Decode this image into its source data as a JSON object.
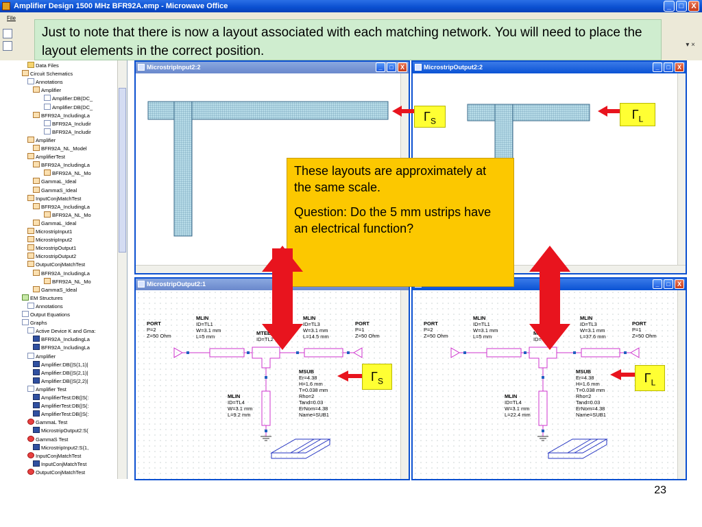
{
  "window": {
    "title": "Amplifier Design 1500 MHz BFR92A.emp - Microwave Office",
    "min_label": "_",
    "max_label": "□",
    "close_label": "X"
  },
  "menu": {
    "file_label": "File"
  },
  "toolbar": {
    "close_x": "▾ ×"
  },
  "note": "Just to note that there is now a layout associated with each matching network.  You will need to place the layout elements in the correct position.",
  "tree": {
    "items": [
      {
        "label": "Data Files",
        "indent": 1,
        "icon": "folder"
      },
      {
        "label": "Circuit Schematics",
        "indent": 0,
        "icon": "schem"
      },
      {
        "label": "Annotations",
        "indent": 1,
        "icon": "list"
      },
      {
        "label": "Amplifier",
        "indent": 2,
        "icon": "schem"
      },
      {
        "label": "Amplifier:DB(DC_",
        "indent": 4,
        "icon": "list"
      },
      {
        "label": "Amplifier:DB(DC_",
        "indent": 4,
        "icon": "list"
      },
      {
        "label": "BFR92A_IncludingLa",
        "indent": 2,
        "icon": "schem"
      },
      {
        "label": "BFR92A_Includir",
        "indent": 4,
        "icon": "list"
      },
      {
        "label": "BFR92A_Includir",
        "indent": 4,
        "icon": "list"
      },
      {
        "label": "Amplifier",
        "indent": 1,
        "icon": "schem"
      },
      {
        "label": "BFR92A_NL_Model",
        "indent": 2,
        "icon": "schem"
      },
      {
        "label": "AmplifierTest",
        "indent": 1,
        "icon": "schem"
      },
      {
        "label": "BFR92A_IncludingLa",
        "indent": 2,
        "icon": "schem"
      },
      {
        "label": "BFR92A_NL_Mo",
        "indent": 4,
        "icon": "schem"
      },
      {
        "label": "GammaL_Ideal",
        "indent": 2,
        "icon": "schem"
      },
      {
        "label": "GammaS_Ideal",
        "indent": 2,
        "icon": "schem"
      },
      {
        "label": "InputConjMatchTest",
        "indent": 1,
        "icon": "schem"
      },
      {
        "label": "BFR92A_IncludingLa",
        "indent": 2,
        "icon": "schem"
      },
      {
        "label": "BFR92A_NL_Mo",
        "indent": 4,
        "icon": "schem"
      },
      {
        "label": "GammaL_Ideal",
        "indent": 2,
        "icon": "schem"
      },
      {
        "label": "MicrostripInput1",
        "indent": 1,
        "icon": "schem"
      },
      {
        "label": "MicrostripInput2",
        "indent": 1,
        "icon": "schem"
      },
      {
        "label": "MicrostripOutput1",
        "indent": 1,
        "icon": "schem"
      },
      {
        "label": "MicrostripOutput2",
        "indent": 1,
        "icon": "schem"
      },
      {
        "label": "OutputConjMatchTest",
        "indent": 1,
        "icon": "schem"
      },
      {
        "label": "BFR92A_IncludingLa",
        "indent": 2,
        "icon": "schem"
      },
      {
        "label": "BFR92A_NL_Mo",
        "indent": 4,
        "icon": "schem"
      },
      {
        "label": "GammaS_Ideal",
        "indent": 2,
        "icon": "schem"
      },
      {
        "label": "EM Structures",
        "indent": 0,
        "icon": "em"
      },
      {
        "label": "Annotations",
        "indent": 1,
        "icon": "list"
      },
      {
        "label": "Output Equations",
        "indent": 0,
        "icon": "list"
      },
      {
        "label": "Graphs",
        "indent": 0,
        "icon": "list"
      },
      {
        "label": "Active Device K and Gma:",
        "indent": 1,
        "icon": "list"
      },
      {
        "label": "BFR92A_IncludingLa",
        "indent": 2,
        "icon": "graph"
      },
      {
        "label": "BFR92A_IncludingLa",
        "indent": 2,
        "icon": "graph"
      },
      {
        "label": "Amplifier",
        "indent": 1,
        "icon": "list"
      },
      {
        "label": "Amplifier:DB(|S(1,1)|",
        "indent": 2,
        "icon": "graph"
      },
      {
        "label": "Amplifier:DB(|S(2,1)|",
        "indent": 2,
        "icon": "graph"
      },
      {
        "label": "Amplifier:DB(|S(2,2)|",
        "indent": 2,
        "icon": "graph"
      },
      {
        "label": "Amplifier Test",
        "indent": 1,
        "icon": "list"
      },
      {
        "label": "AmplifierTest:DB(|S(:",
        "indent": 2,
        "icon": "graph"
      },
      {
        "label": "AmplifierTest:DB(|S(:",
        "indent": 2,
        "icon": "graph"
      },
      {
        "label": "AmplifierTest:DB(|S(:",
        "indent": 2,
        "icon": "graph"
      },
      {
        "label": "GammaL Test",
        "indent": 1,
        "icon": "circle"
      },
      {
        "label": "MicrostripOutput2:S(",
        "indent": 2,
        "icon": "graph"
      },
      {
        "label": "GammaS Test",
        "indent": 1,
        "icon": "circle"
      },
      {
        "label": "MicrostripInput2:S(1,",
        "indent": 2,
        "icon": "graph"
      },
      {
        "label": "InputConjMatchTest",
        "indent": 1,
        "icon": "circle"
      },
      {
        "label": "InputConjMatchTest",
        "indent": 2,
        "icon": "graph"
      },
      {
        "label": "OutputConjMatchTest",
        "indent": 1,
        "icon": "circle"
      }
    ]
  },
  "windows": {
    "input_layout_title": "MicrostripInput2:2",
    "output_layout_title": "MicrostripOutput2:2",
    "input_schem_title": "MicrostripOutput2:1",
    "output_schem_title": ""
  },
  "callout": {
    "line1": "These layouts are approximately at the same scale.",
    "line2": "Question:  Do the 5 mm ustrips have an electrical function?"
  },
  "gamma": {
    "symbol": "Γ",
    "s_sub": "S",
    "l_sub": "L"
  },
  "schem_left": {
    "port1": [
      "PORT",
      "P=2",
      "Z=50 Ohm"
    ],
    "mlin1": [
      "MLIN",
      "ID=TL1",
      "W=3.1 mm",
      "L=5 mm"
    ],
    "mtee": [
      "MTEE$",
      "ID=TL2"
    ],
    "mlin3": [
      "MLIN",
      "ID=TL3",
      "W=3.1 mm",
      "L=14.5 mm"
    ],
    "port2": [
      "PORT",
      "P=1",
      "Z=50 Ohm"
    ],
    "mlin4": [
      "MLIN",
      "ID=TL4",
      "W=3.1 mm",
      "L=9.2 mm"
    ],
    "msub": [
      "MSUB",
      "Er=4.38",
      "H=1.6 mm",
      "T=0.038 mm",
      "Rho=2",
      "Tand=0.03",
      "ErNom=4.38",
      "Name=SUB1"
    ]
  },
  "schem_right": {
    "port1": [
      "PORT",
      "P=2",
      "Z=50 Ohm"
    ],
    "mlin1": [
      "MLIN",
      "ID=TL1",
      "W=3.1 mm",
      "L=5 mm"
    ],
    "mtee": [
      "MTEE$",
      "ID=TL2"
    ],
    "mlin3": [
      "MLIN",
      "ID=TL3",
      "W=3.1 mm",
      "L=37.6 mm"
    ],
    "port2": [
      "PORT",
      "P=1",
      "Z=50 Ohm"
    ],
    "mlin4": [
      "MLIN",
      "ID=TL4",
      "W=3.1 mm",
      "L=22.4 mm"
    ],
    "msub": [
      "MSUB",
      "Er=4.38",
      "H=1.6 mm",
      "T=0.038 mm",
      "Rho=2",
      "Tand=0.03",
      "ErNom=4.38",
      "Name=SUB1"
    ]
  },
  "colors": {
    "arrow": "#e8141e",
    "microstrip_fill": "#b8dce8",
    "schem_line": "#cc33cc",
    "callout_bg": "#fcc800",
    "gamma_bg": "#ffff33"
  },
  "slide_number": "23"
}
